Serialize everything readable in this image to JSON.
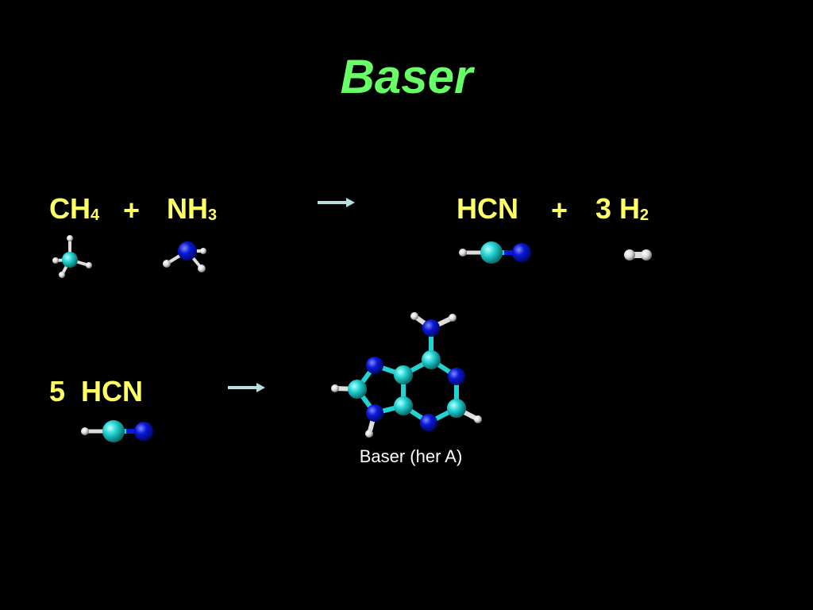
{
  "slide": {
    "title": "Baser",
    "reaction1": {
      "ch4": "CH",
      "ch4_sub": "4",
      "plus1": "+",
      "nh3": "NH",
      "nh3_sub": "3",
      "hcn": "HCN",
      "plus2": "+",
      "h2_coef": "3 H",
      "h2_sub": "2"
    },
    "reaction2": {
      "reactant": "5  HCN"
    },
    "caption": "Baser (her A)"
  },
  "colors": {
    "title": "#66ff66",
    "formula": "#ffff66",
    "caption": "#ffffff",
    "carbon": "#22d3d3",
    "nitrogen": "#0a18d8",
    "hydrogen": "#e6e6e6",
    "arrow": "#b8e0e0"
  },
  "icons": [
    "methane-molecule-icon",
    "ammonia-molecule-icon",
    "hcn-molecule-icon",
    "hydrogen-molecule-icon",
    "adenine-molecule-icon",
    "reaction-arrow-icon"
  ]
}
